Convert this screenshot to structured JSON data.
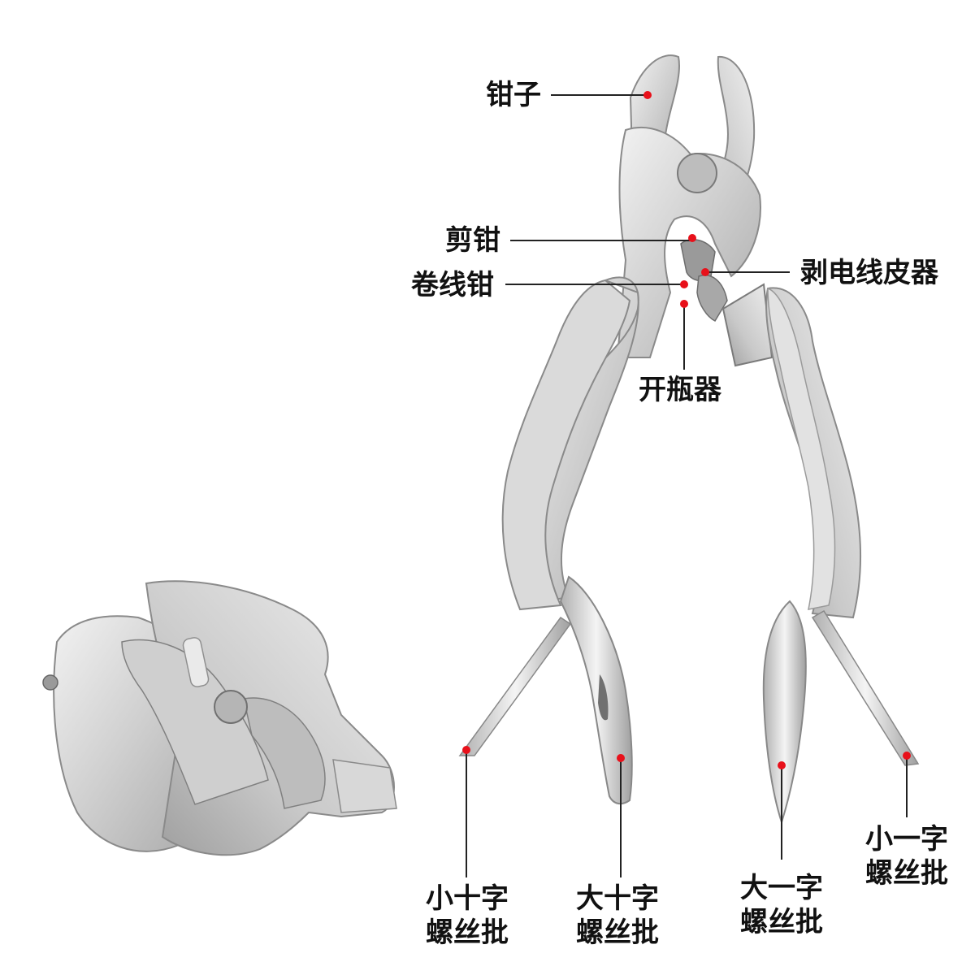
{
  "labels": {
    "pliers": "钳子",
    "cutter": "剪钳",
    "crimper": "卷线钳",
    "stripper": "剥电线皮器",
    "bottle_opener": "开瓶器",
    "small_phillips": [
      "小十字",
      "螺丝批"
    ],
    "large_phillips": [
      "大十字",
      "螺丝批"
    ],
    "large_flat": [
      "大一字",
      "螺丝批"
    ],
    "small_flat": [
      "小一字",
      "螺丝批"
    ]
  },
  "colors": {
    "marker": "#e8101a",
    "line": "#222222",
    "steel_light": "#e6e6e6",
    "steel_mid": "#c4c4c4",
    "steel_dark": "#8f8f8f"
  }
}
